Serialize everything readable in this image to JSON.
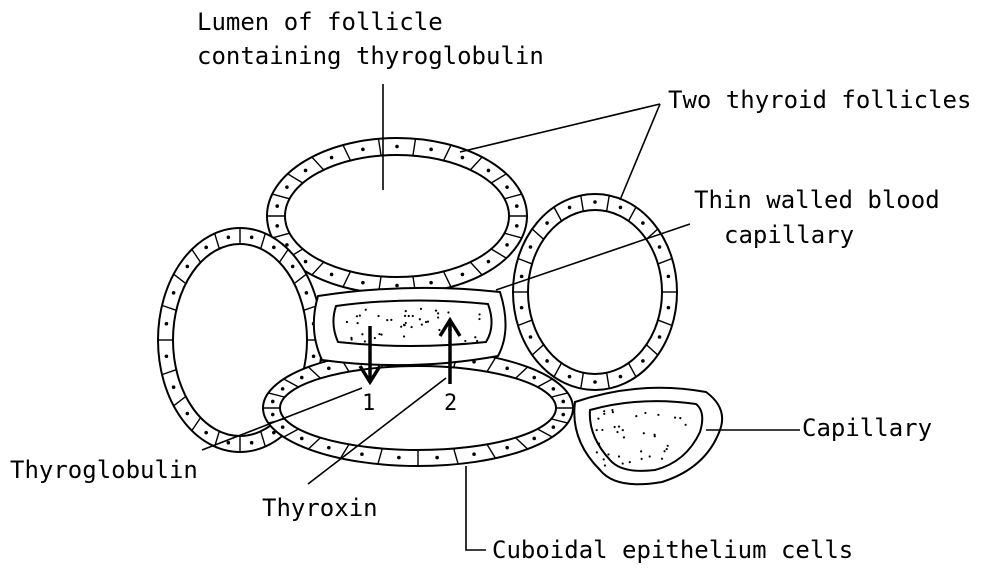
{
  "labels": {
    "lumen_line1": "Lumen of follicle",
    "lumen_line2": "containing thyroglobulin",
    "two_follicles": "Two thyroid follicles",
    "thin_capillary_line1": "Thin walled blood",
    "thin_capillary_line2": "capillary",
    "capillary": "Capillary",
    "thyroglobulin": "Thyroglobulin",
    "thyroxin": "Thyroxin",
    "cuboidal": "Cuboidal epithelium cells",
    "arrow1": "1",
    "arrow2": "2"
  }
}
